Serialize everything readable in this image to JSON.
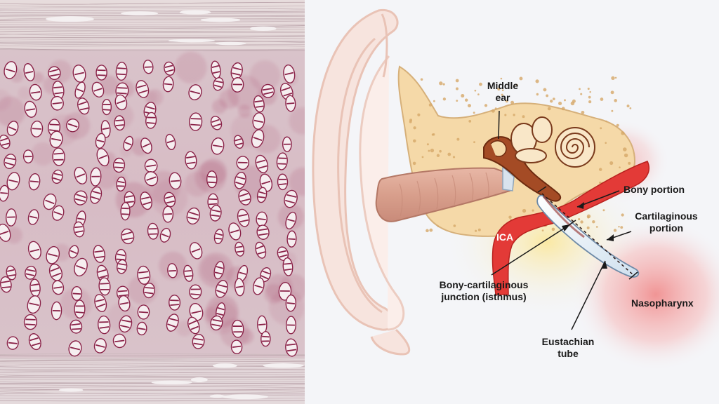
{
  "labels": {
    "middle_ear_line1": "Middle",
    "middle_ear_line2": "ear",
    "bony_portion": "Bony portion",
    "cartilaginous_line1": "Cartilaginous",
    "cartilaginous_line2": "portion",
    "ica": "ICA",
    "isthmus_line1": "Bony-cartilaginous",
    "isthmus_line2": "junction (isthmus)",
    "nasopharynx": "Nasopharynx",
    "eustachian_line1": "Eustachian",
    "eustachian_line2": "tube"
  },
  "colors": {
    "tissue_bg": "#e2ccd2",
    "chondrocyte_stain": "#8a2248",
    "bone": "#f3d7a6",
    "artery": "#d93a3a",
    "ear_outline": "#efc9bd"
  }
}
